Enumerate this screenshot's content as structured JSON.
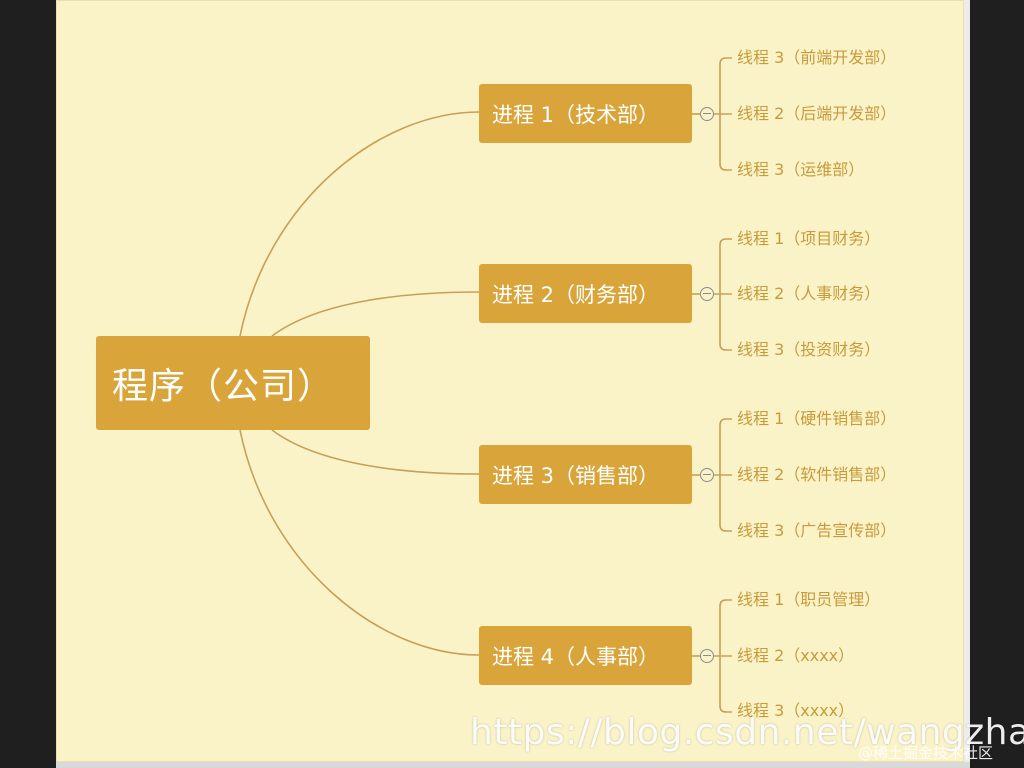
{
  "root": {
    "label": "程序（公司）"
  },
  "processes": [
    {
      "label": "进程 1（技术部）",
      "threads": [
        "线程 3（前端开发部）",
        "线程 2（后端开发部）",
        "线程 3（运维部）"
      ]
    },
    {
      "label": "进程 2（财务部）",
      "threads": [
        "线程 1（项目财务）",
        "线程 2（人事财务）",
        "线程 3（投资财务）"
      ]
    },
    {
      "label": "进程 3（销售部）",
      "threads": [
        "线程 1（硬件销售部）",
        "线程 2（软件销售部）",
        "线程 3（广告宣传部）"
      ]
    },
    {
      "label": "进程 4（人事部）",
      "threads": [
        "线程 1（职员管理）",
        "线程 2（xxxx）",
        "线程 3（xxxx）"
      ]
    }
  ],
  "watermark": {
    "url": "https://blog.csdn.net/wangzhae",
    "site": "@稀土掘金技术社区"
  },
  "colors": {
    "node": "#d9a53b",
    "line": "#c5a156",
    "thread_text": "#c79b3b",
    "canvas": "#fbf3c8"
  }
}
